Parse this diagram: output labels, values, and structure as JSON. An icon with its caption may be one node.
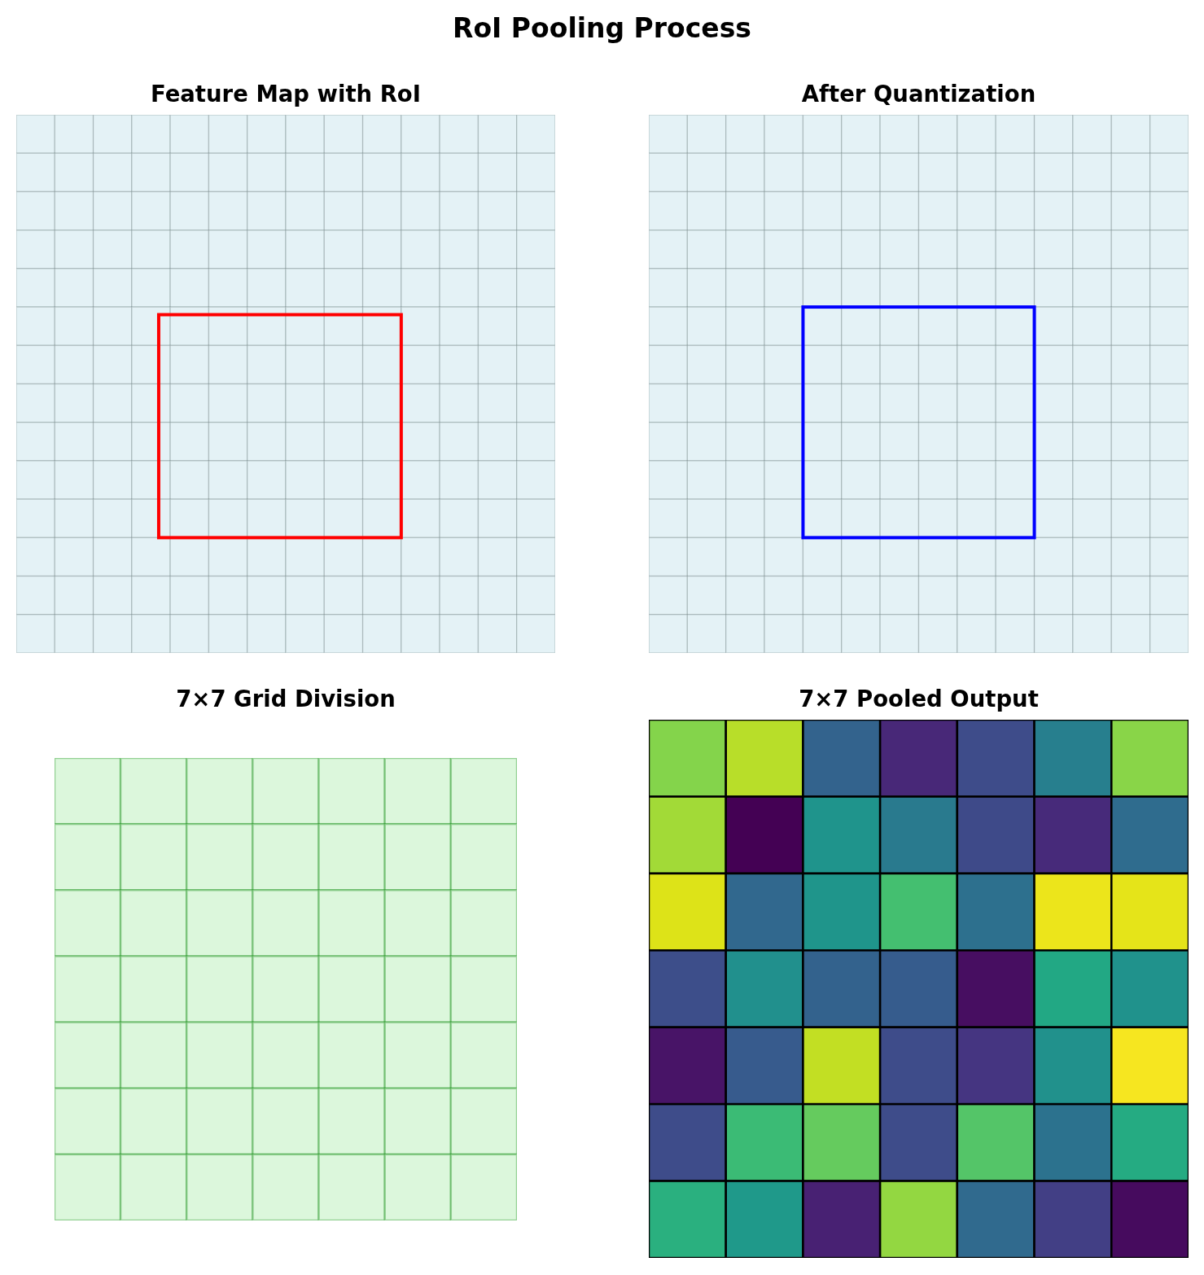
{
  "diagram": {
    "title": "RoI Pooling Process",
    "nodes": [
      {
        "text": [
          "Feature Map with RoI"
        ]
      },
      {
        "text": [
          "After Quantization"
        ]
      },
      {
        "text": [
          "7×7 Grid Division"
        ]
      },
      {
        "text": [
          "7×7 Pooled Output"
        ]
      }
    ],
    "edges": []
  }
}
